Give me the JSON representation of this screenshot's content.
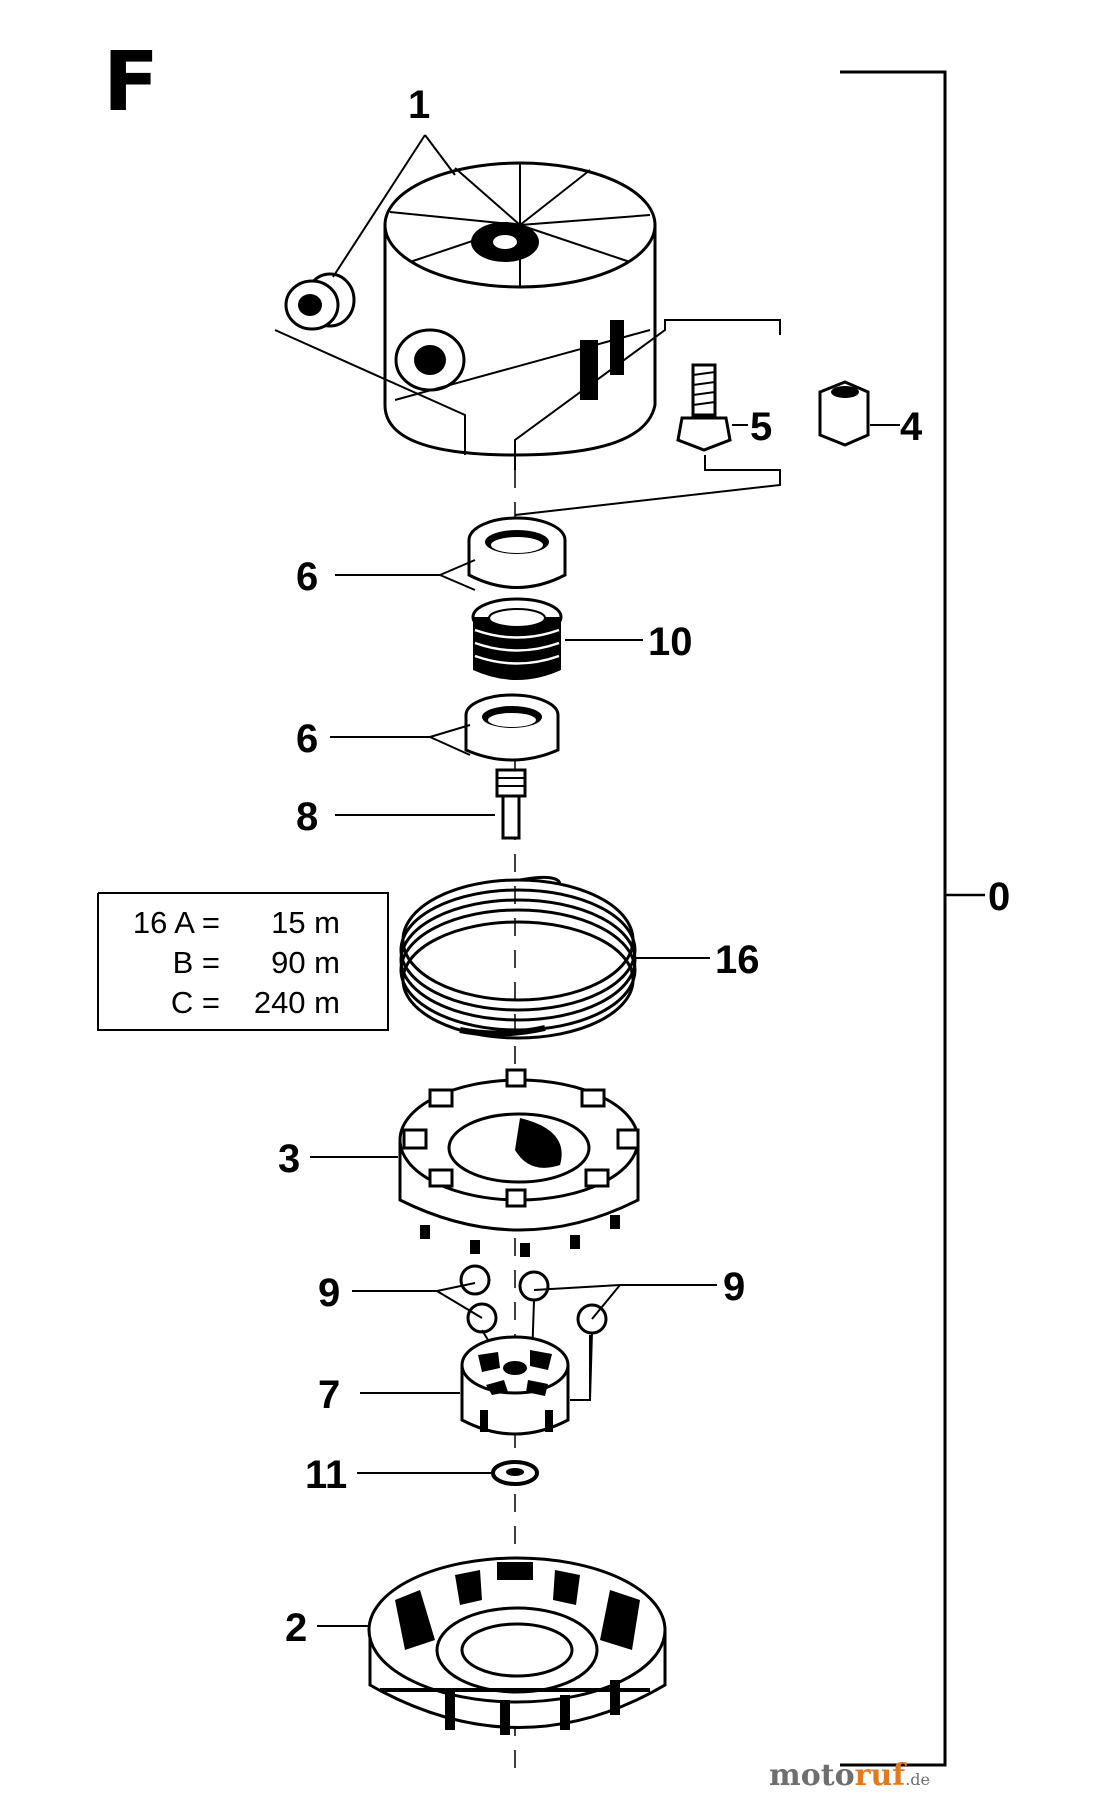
{
  "section_letter": "F",
  "callouts": {
    "c0": "0",
    "c1": "1",
    "c2": "2",
    "c3": "3",
    "c4": "4",
    "c5": "5",
    "c6a": "6",
    "c6b": "6",
    "c7": "7",
    "c8": "8",
    "c9a": "9",
    "c9b": "9",
    "c10": "10",
    "c11": "11",
    "c16": "16"
  },
  "line_length_table": {
    "rows": [
      {
        "label": "16 A =",
        "value": "15 m"
      },
      {
        "label": "B =",
        "value": "90 m"
      },
      {
        "label": "C =",
        "value": "240 m"
      }
    ]
  },
  "watermark": {
    "part1": "moto",
    "part2": "ruf",
    "part3": ".de"
  },
  "colors": {
    "ink": "#000000",
    "watermark_grey": "#6e6e6e",
    "watermark_orange": "#e07a1e"
  }
}
